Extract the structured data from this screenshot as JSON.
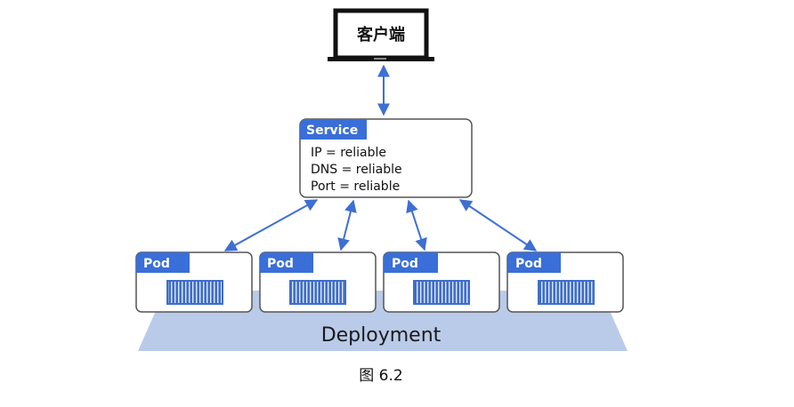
{
  "client": {
    "label": "客户端"
  },
  "service": {
    "header": "Service",
    "lines": [
      "IP = reliable",
      "DNS = reliable",
      "Port = reliable"
    ]
  },
  "pods": [
    {
      "label": "Pod"
    },
    {
      "label": "Pod"
    },
    {
      "label": "Pod"
    },
    {
      "label": "Pod"
    }
  ],
  "deployment": {
    "label": "Deployment"
  },
  "caption": "图 6.2",
  "colors": {
    "accent": "#3a6ed8",
    "arrow": "#3e6fd3",
    "deployment_fill": "#b9cbe8",
    "box_border": "#555555"
  }
}
